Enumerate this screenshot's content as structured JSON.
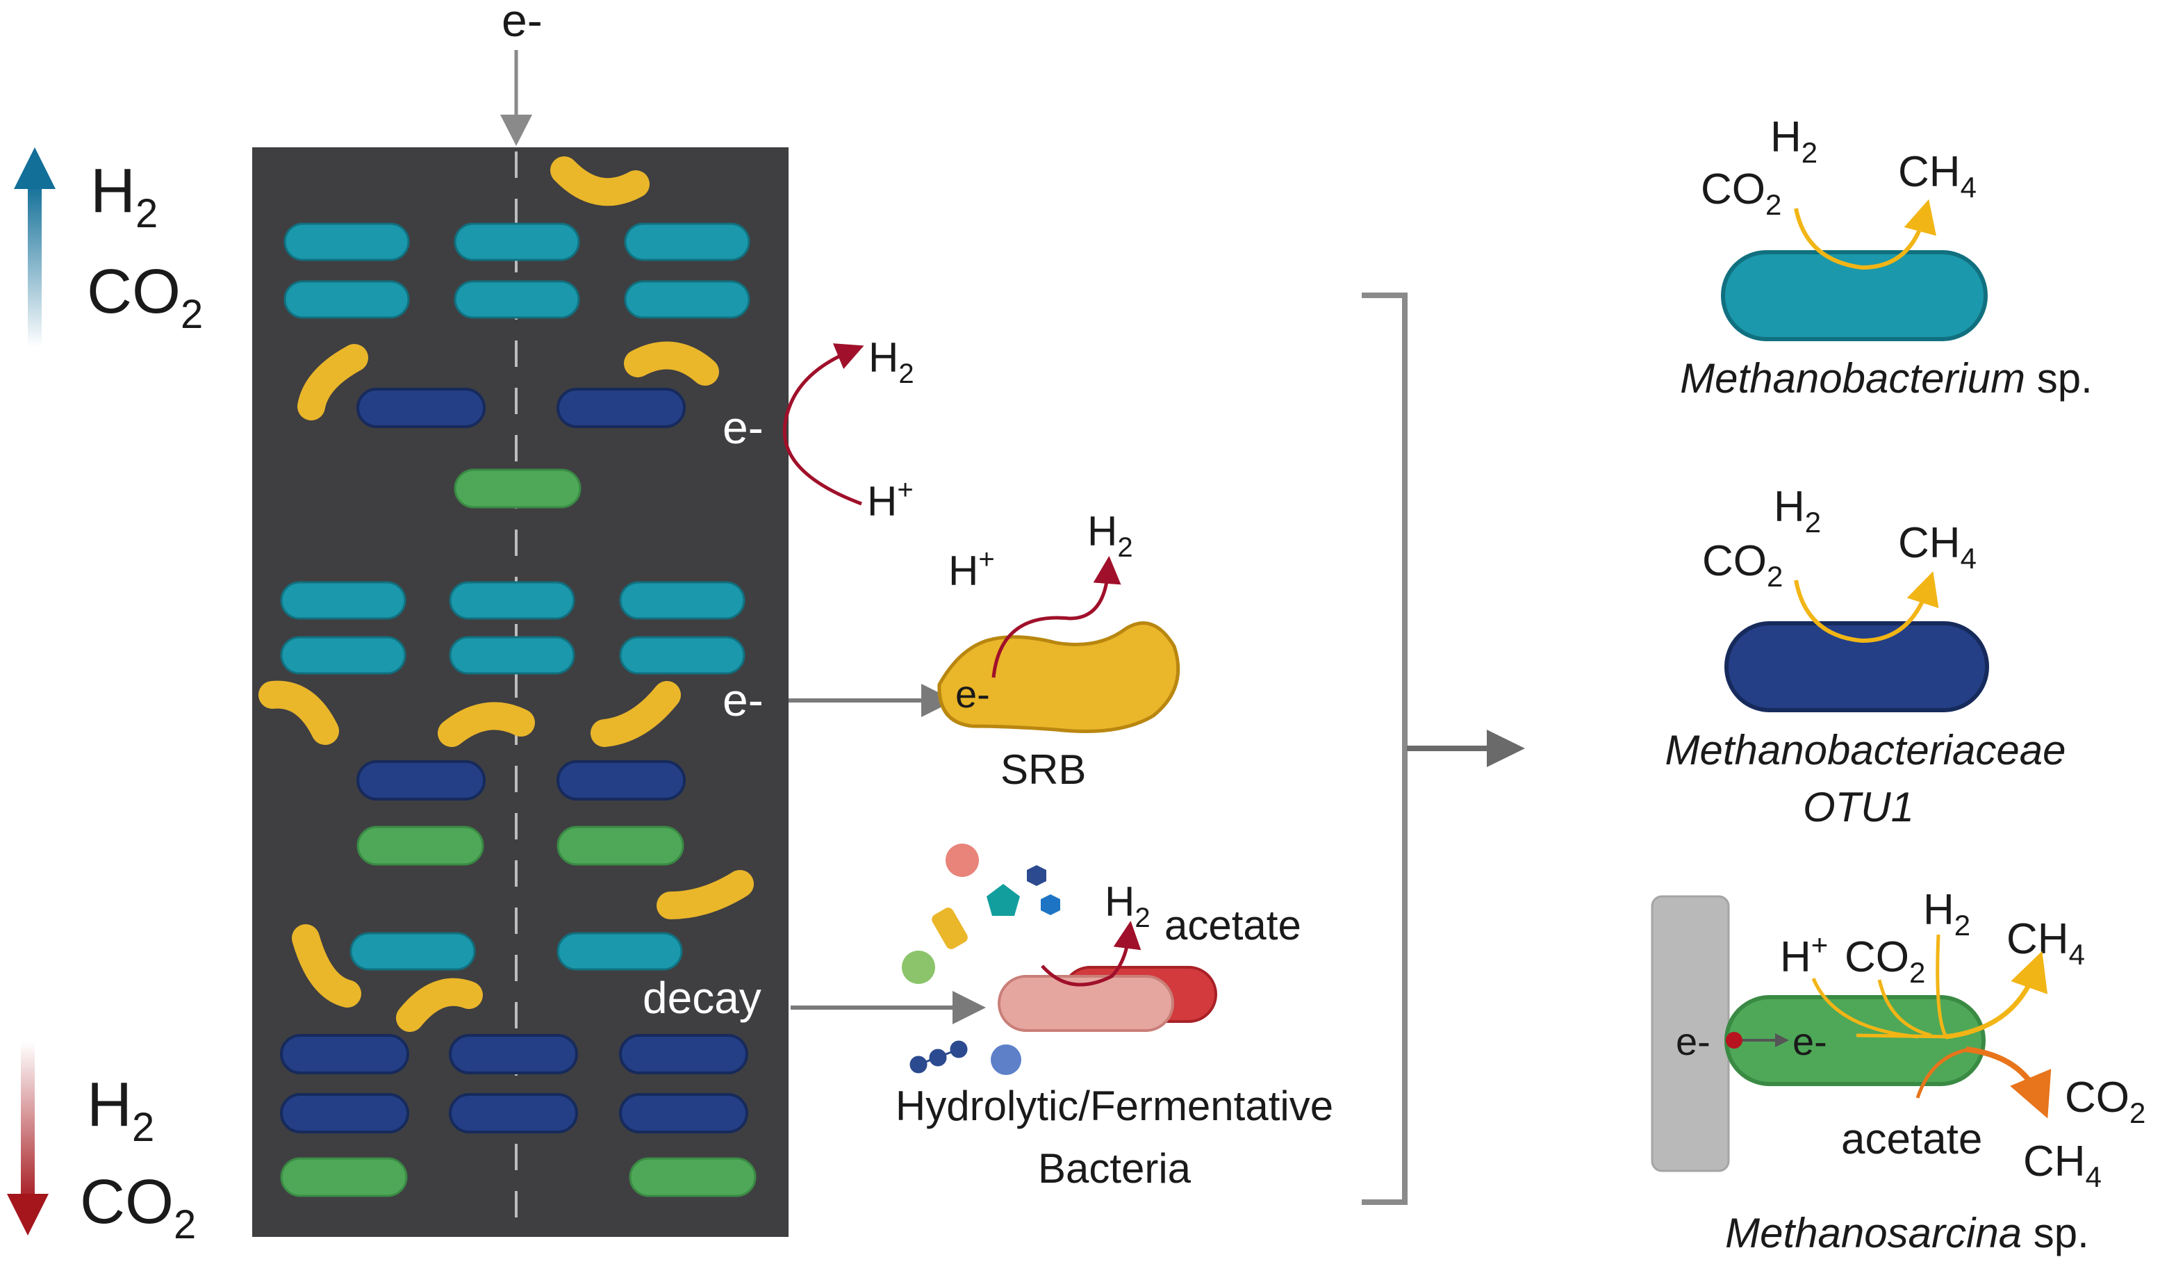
{
  "colors": {
    "column_bg": "#3f3f41",
    "teal_cell": "#1b98ab",
    "navy_cell": "#243f86",
    "green_cell": "#4ea858",
    "yellow_cell": "#eab62a",
    "pink_cell": "#e6a6a0",
    "red_cell": "#d23a3e",
    "gray_arrow": "#7a7a7a",
    "up_arrow": "#126f98",
    "down_arrow": "#a4161c",
    "h2_arrow_red": "#a0102a",
    "ch4_arrow_yellow": "#f2b516",
    "orange_arrow": "#e8741b",
    "electrode_gray": "#b9b9b9"
  },
  "left_gradient": {
    "top_h2": "H",
    "top_h2_sub": "2",
    "top_co2": "CO",
    "top_co2_sub": "2",
    "bottom_h2": "H",
    "bottom_h2_sub": "2",
    "bottom_co2": "CO",
    "bottom_co2_sub": "2"
  },
  "column": {
    "electron_input": "e-"
  },
  "hydrogen_evolution": {
    "electron": "e-",
    "h2": "H",
    "h2_sub": "2",
    "h_plus": "H",
    "h_plus_sup": "+"
  },
  "srb": {
    "electron_in": "e-",
    "electron_cell": "e-",
    "h_plus": "H",
    "h_plus_sup": "+",
    "h2": "H",
    "h2_sub": "2",
    "label": "SRB"
  },
  "fermenters": {
    "decay": "decay",
    "h2": "H",
    "h2_sub": "2",
    "acetate": "acetate",
    "label_line1": "Hydrolytic/Fermentative",
    "label_line2": "Bacteria"
  },
  "methanogens": [
    {
      "h2": "H",
      "h2_sub": "2",
      "co2": "CO",
      "co2_sub": "2",
      "ch4": "CH",
      "ch4_sub": "4",
      "name_italic": "Methanobacterium",
      "name_suffix": " sp."
    },
    {
      "h2": "H",
      "h2_sub": "2",
      "co2": "CO",
      "co2_sub": "2",
      "ch4": "CH",
      "ch4_sub": "4",
      "name_line1": "Methanobacteriaceae",
      "name_line2": "OTU1"
    },
    {
      "h2": "H",
      "h2_sub": "2",
      "h_plus": "H",
      "h_plus_sup": "+",
      "co2": "CO",
      "co2_sub": "2",
      "ch4": "CH",
      "ch4_sub": "4",
      "electrode_e": "e-",
      "cell_e": "e-",
      "acetate": "acetate",
      "co2_out": "CO",
      "co2_out_sub": "2",
      "ch4_out": "CH",
      "ch4_out_sub": "4",
      "name_italic": "Methanosarcina",
      "name_suffix": " sp."
    }
  ]
}
